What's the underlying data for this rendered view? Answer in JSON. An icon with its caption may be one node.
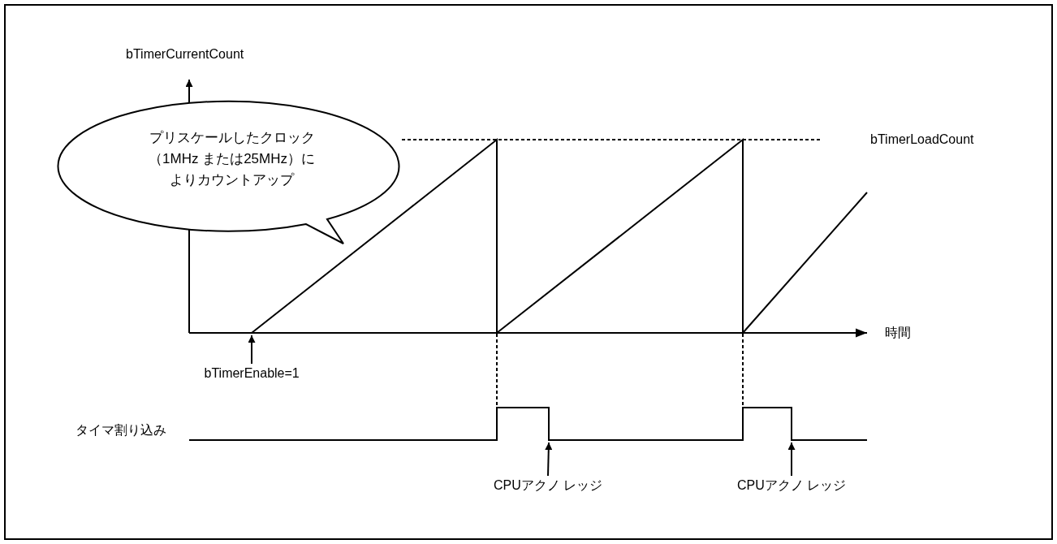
{
  "diagram": {
    "nodes": [
      {
        "text": [
          "プリスケールしたクロック（1MHz または25MHz）によりカウントアップ"
        ]
      },
      {
        "text": [
          "bTimerEnable=1"
        ]
      },
      {
        "text": [
          "CPUアクノ レッジ"
        ]
      },
      {
        "text": [
          "CPUアクノ レッジ"
        ]
      },
      {
        "text": [],
        "shape": "waveform"
      },
      {
        "text": [],
        "shape": "waveform"
      }
    ],
    "edges": [
      {
        "from": 1,
        "to": 4,
        "arrow": "to"
      },
      {
        "from": 2,
        "to": 5,
        "arrow": "to"
      },
      {
        "from": 3,
        "to": 5,
        "arrow": "to"
      },
      {
        "from": 4,
        "to": 5,
        "arrow": "none",
        "style": "dashed"
      },
      {
        "from": 4,
        "to": 5,
        "arrow": "none",
        "style": "dashed"
      }
    ],
    "labels": [
      "bTimerCurrentCount",
      "bTimerLoadCount",
      "時間",
      "タイマ割り込み"
    ]
  }
}
